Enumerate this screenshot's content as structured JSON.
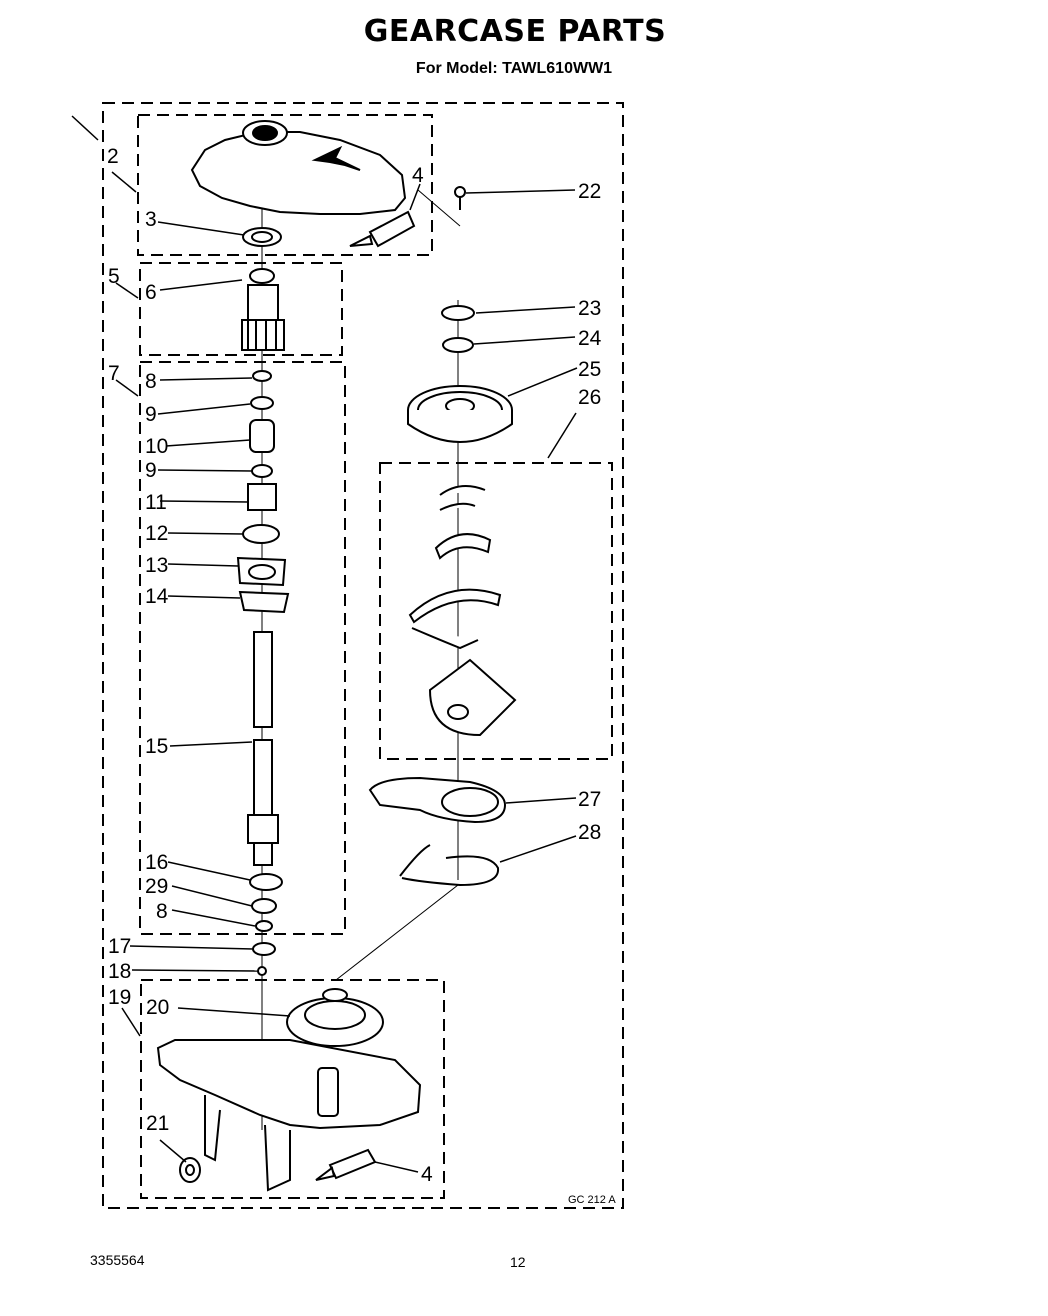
{
  "header": {
    "title": "GEARCASE PARTS",
    "subtitle": "For Model: TAWL610WW1"
  },
  "footer": {
    "doc_number": "3355564",
    "page_number": "12"
  },
  "figure_code": "GC 212 A",
  "callouts": {
    "c2": "2",
    "c3": "3",
    "c4a": "4",
    "c4b": "4",
    "c5": "5",
    "c6": "6",
    "c7": "7",
    "c8a": "8",
    "c8b": "8",
    "c9a": "9",
    "c9b": "9",
    "c10": "10",
    "c11": "11",
    "c12": "12",
    "c13": "13",
    "c14": "14",
    "c15": "15",
    "c16": "16",
    "c17": "17",
    "c18": "18",
    "c19": "19",
    "c20": "20",
    "c21": "21",
    "c22": "22",
    "c23": "23",
    "c24": "24",
    "c25": "25",
    "c26": "26",
    "c27": "27",
    "c28": "28",
    "c29": "29"
  }
}
